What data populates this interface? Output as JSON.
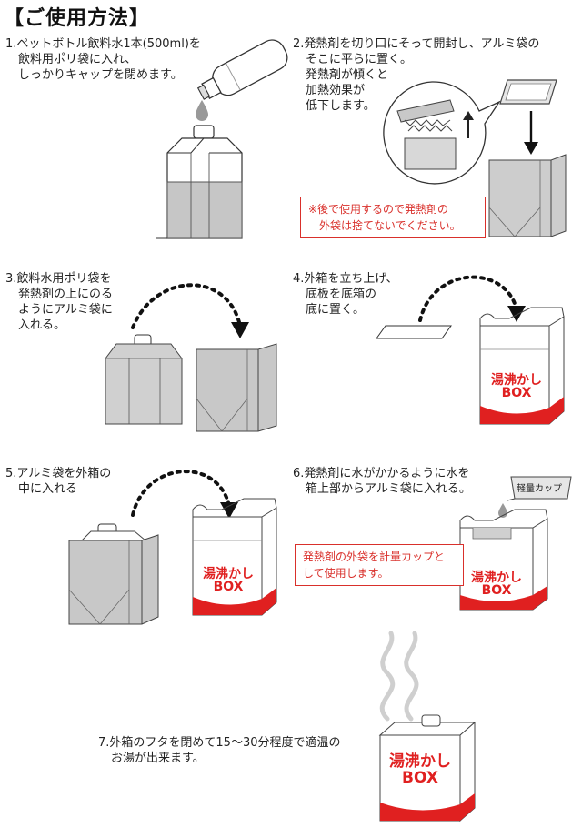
{
  "title": "【ご使用方法】",
  "steps": [
    {
      "lines": [
        "1.ペットボトル飲料水1本(500ml)を",
        "飲料用ポリ袋に入れ、",
        "しっかりキャップを閉めます。"
      ]
    },
    {
      "lines": [
        "2.発熱剤を切り口にそって開封し、アルミ袋の",
        "そこに平らに置く。"
      ],
      "sub": [
        "発熱剤が傾くと",
        "加熱効果が",
        "低下します。"
      ]
    },
    {
      "lines": [
        "3.飲料水用ポリ袋を",
        "発熱剤の上にのる",
        "ようにアルミ袋に",
        "入れる。"
      ]
    },
    {
      "lines": [
        "4.外箱を立ち上げ、",
        "底板を底箱の",
        "底に置く。"
      ]
    },
    {
      "lines": [
        "5.アルミ袋を外箱の",
        "中に入れる"
      ]
    },
    {
      "lines": [
        "6.発熱剤に水がかかるように水を",
        "箱上部からアルミ袋に入れる。"
      ]
    },
    {
      "lines": [
        "7.外箱のフタを閉めて15〜30分程度で適温の",
        "お湯が出来ます。"
      ]
    }
  ],
  "notes": {
    "step2": [
      "※後で使用するので発熱剤の",
      "外袋は捨てないでください。"
    ],
    "step6": [
      "発熱剤の外袋を計量カップと",
      "して使用します。"
    ]
  },
  "cup_label": "軽量カップ",
  "box_label": {
    "line1": "湯沸かし",
    "line2": "BOX"
  },
  "colors": {
    "accent_red": "#e02020",
    "note_red": "#d9302b",
    "bag_gray": "#cfcfcf"
  }
}
